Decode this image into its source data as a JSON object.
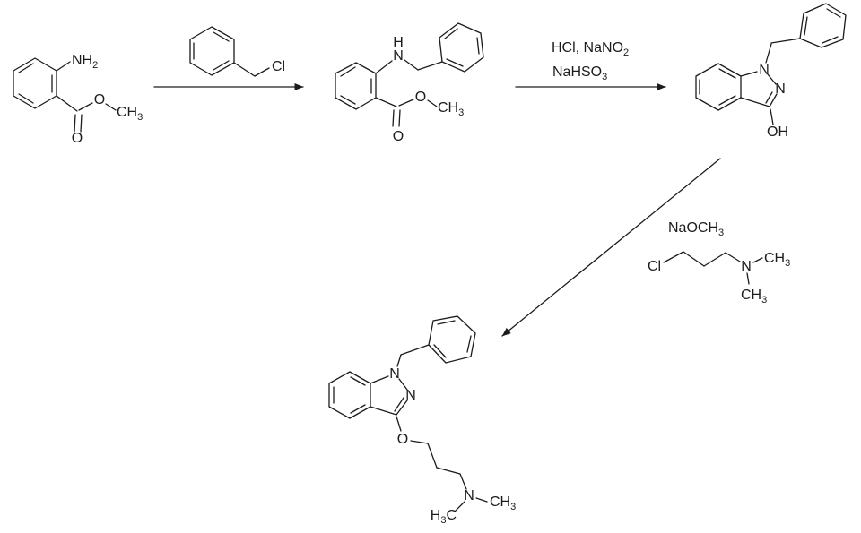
{
  "colors": {
    "ink": "#1c1c1c",
    "background": "#ffffff"
  },
  "molecules": {
    "methyl_anthranilate": {
      "amine": {
        "main": "NH",
        "sub": "2"
      },
      "ester_o": "O",
      "methyl": {
        "main": "CH",
        "sub": "3"
      },
      "carbonyl_o": "O"
    },
    "benzyl_chloride": {
      "cl": "Cl"
    },
    "n_benzyl_ester": {
      "nh_h": "H",
      "nh_n": "N",
      "ester_o": "O",
      "methyl": {
        "main": "CH",
        "sub": "3"
      },
      "carbonyl_o": "O"
    },
    "benzyl_indazolol": {
      "n1": "N",
      "n2": "N",
      "oh": "OH"
    },
    "chloropropyl_amine": {
      "cl": "Cl",
      "n": "N",
      "methyl_top": {
        "main": "CH",
        "sub": "3"
      },
      "methyl_bottom": {
        "main": "CH",
        "sub": "3"
      }
    },
    "benzydamine": {
      "n1": "N",
      "n2": "N",
      "o": "O",
      "n": "N",
      "methyl": {
        "main": "CH",
        "sub": "3"
      },
      "h3c": {
        "h": "H",
        "sub": "3",
        "c": "C"
      }
    }
  },
  "reagents": {
    "step2": {
      "line1": {
        "main": "HCl, NaNO",
        "sub": "2"
      },
      "line2": {
        "main": "NaHSO",
        "sub": "3"
      }
    },
    "step3": {
      "base": {
        "main": "NaOCH",
        "sub": "3"
      }
    }
  }
}
